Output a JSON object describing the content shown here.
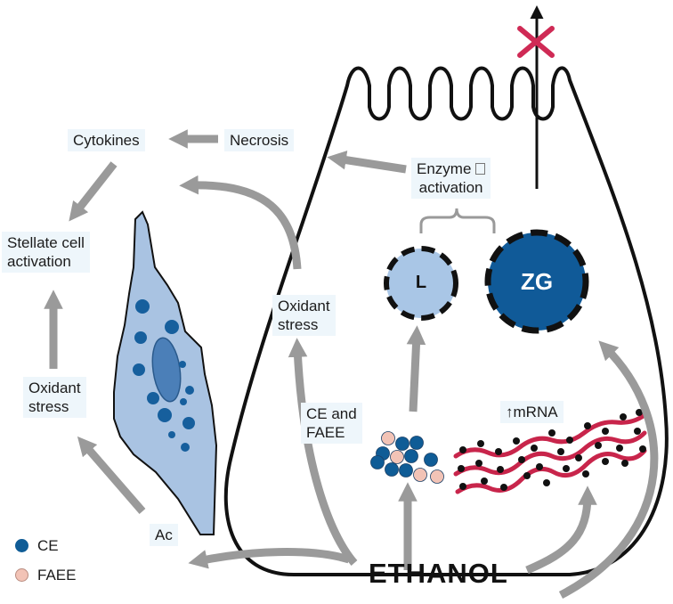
{
  "labels": {
    "cytokines": "Cytokines",
    "necrosis": "Necrosis",
    "enzyme_activation_line1": "Enzyme",
    "enzyme_activation_line2": "activation",
    "stellate_line1": "Stellate cell",
    "stellate_line2": "activation",
    "oxidant_left_line1": "Oxidant",
    "oxidant_left_line2": "stress",
    "oxidant_mid_line1": "Oxidant",
    "oxidant_mid_line2": "stress",
    "ce_faee_line1": "CE and",
    "ce_faee_line2": "FAEE",
    "mrna": "↑mRNA",
    "ac": "Ac",
    "ethanol": "ETHANOL"
  },
  "organelles": {
    "lysosome": "L",
    "zymogen_granule": "ZG"
  },
  "legend": {
    "ce": "CE",
    "faee": "FAEE"
  },
  "colors": {
    "ce": "#0f5c96",
    "faee": "#f2c3b6",
    "lysosome": "#a9c6e6",
    "zymogen_granule": "#105a98",
    "stellate_cell": "#a9c3e2",
    "mrna": "#c8254b",
    "block_x": "#cf2a55",
    "arrow": "#9a9a9a"
  }
}
